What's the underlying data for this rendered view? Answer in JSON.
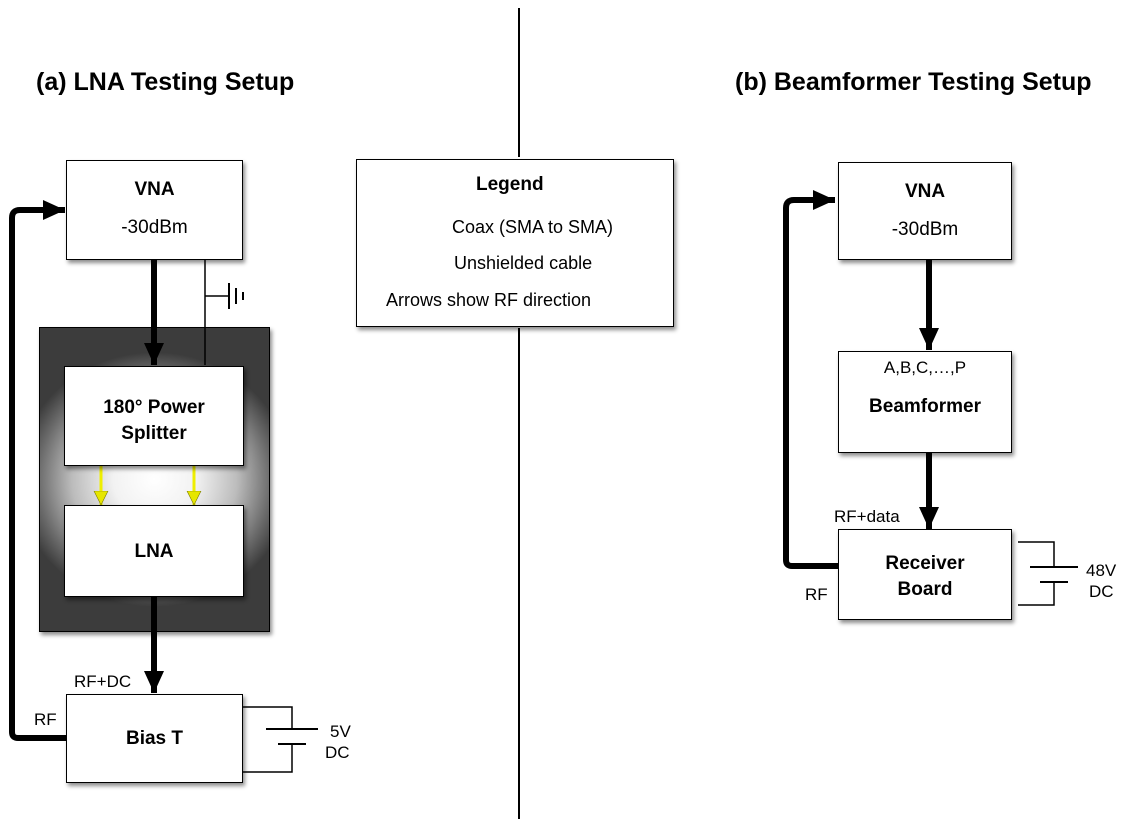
{
  "titles": {
    "left": "(a) LNA Testing Setup",
    "right": "(b) Beamformer Testing Setup"
  },
  "setup_a": {
    "vna": {
      "name": "VNA",
      "power": "-30dBm"
    },
    "splitter": {
      "line1": "180° Power",
      "line2": "Splitter"
    },
    "lna": "LNA",
    "bias_t": "Bias T",
    "labels": {
      "rf_dc": "RF+DC",
      "rf": "RF"
    },
    "supply": {
      "voltage": "5V",
      "type": "DC"
    }
  },
  "legend": {
    "title": "Legend",
    "coax": "Coax (SMA to SMA)",
    "unshielded": "Unshielded cable",
    "note": "Arrows show RF direction"
  },
  "setup_b": {
    "vna": {
      "name": "VNA",
      "power": "-30dBm"
    },
    "beamformer": {
      "inputs": "A,B,C,…,P",
      "name": "Beamformer"
    },
    "receiver": {
      "line1": "Receiver",
      "line2": "Board"
    },
    "labels": {
      "rf_data": "RF+data",
      "rf": "RF"
    },
    "supply": {
      "voltage": "48V",
      "type": "DC"
    }
  },
  "colors": {
    "coax": "#000000",
    "unshielded": "#f2f200",
    "shield_dark": "#3c3c3c"
  }
}
